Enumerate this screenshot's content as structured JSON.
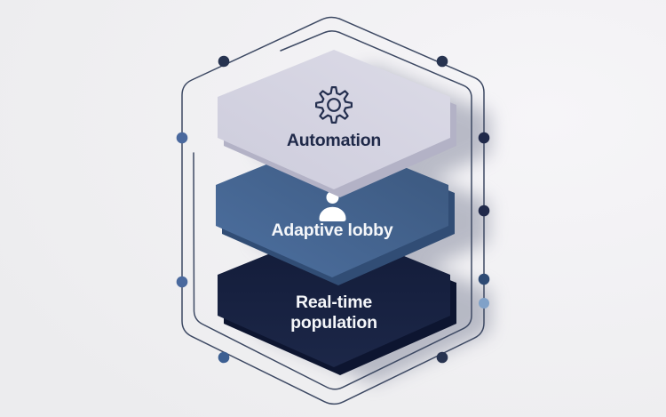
{
  "background": {
    "light": "#f6f5f8",
    "base": "#ececee"
  },
  "wireframe": {
    "line_color": "#3d4963",
    "dot_colors": [
      "#273350",
      "#273350",
      "#4a699e",
      "#20294a",
      "#20294a",
      "#4a699e",
      "#2e4a74",
      "#80a1c8",
      "#3c5f92",
      "#273350"
    ]
  },
  "layers": [
    {
      "label": "Automation",
      "icon": "gear",
      "icon_color": "#232e4e",
      "text_color": "#1f2949",
      "face_light": "#dcdbe7",
      "face_dark": "#cdccdc",
      "side_color": "#b3b2c6"
    },
    {
      "label": "Adaptive lobby",
      "icon": "person",
      "icon_color": "#ffffff",
      "text_color": "#f5f7fa",
      "face_light": "#4d70a0",
      "face_dark": "#3a567c",
      "side_color": "#314d75"
    },
    {
      "label": "Real-time population",
      "label_line1": "Real-time",
      "label_line2": "population",
      "text_color": "#f5f7fa",
      "face_light": "#1c2748",
      "face_dark": "#121b38",
      "side_color": "#0d1530"
    }
  ]
}
